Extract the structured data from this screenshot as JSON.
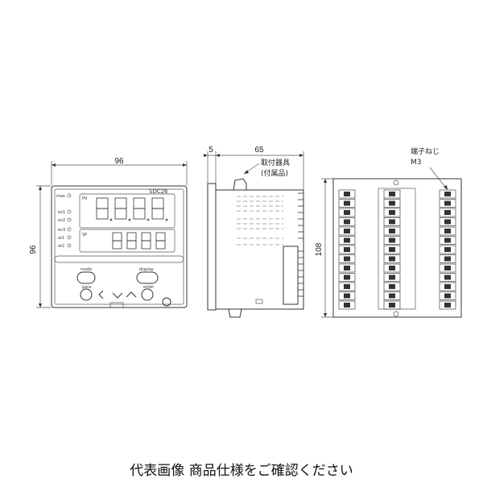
{
  "front_view": {
    "width_label": "96",
    "height_label": "96",
    "model": "SDC26",
    "led_labels_left": [
      "man",
      "ev1",
      "ev2",
      "ev3",
      "ot1",
      "ot2"
    ],
    "pv_label": "PV",
    "sp_label": "SP",
    "button_labels": {
      "mode": "mode",
      "display": "display",
      "para": "para",
      "enter": "enter"
    },
    "arrow_left": "<",
    "arrow_down": "v",
    "arrow_up": "^"
  },
  "side_view": {
    "depth_front_label": "5",
    "depth_label": "65",
    "mounting_bracket_label_line1": "取付器具",
    "mounting_bracket_label_line2": "(付属品)"
  },
  "rear_view": {
    "height_label": "108",
    "screw_label_line1": "端子ねじ",
    "screw_label_line2": "M3"
  },
  "caption": "代表画像 商品仕様をご確認ください"
}
